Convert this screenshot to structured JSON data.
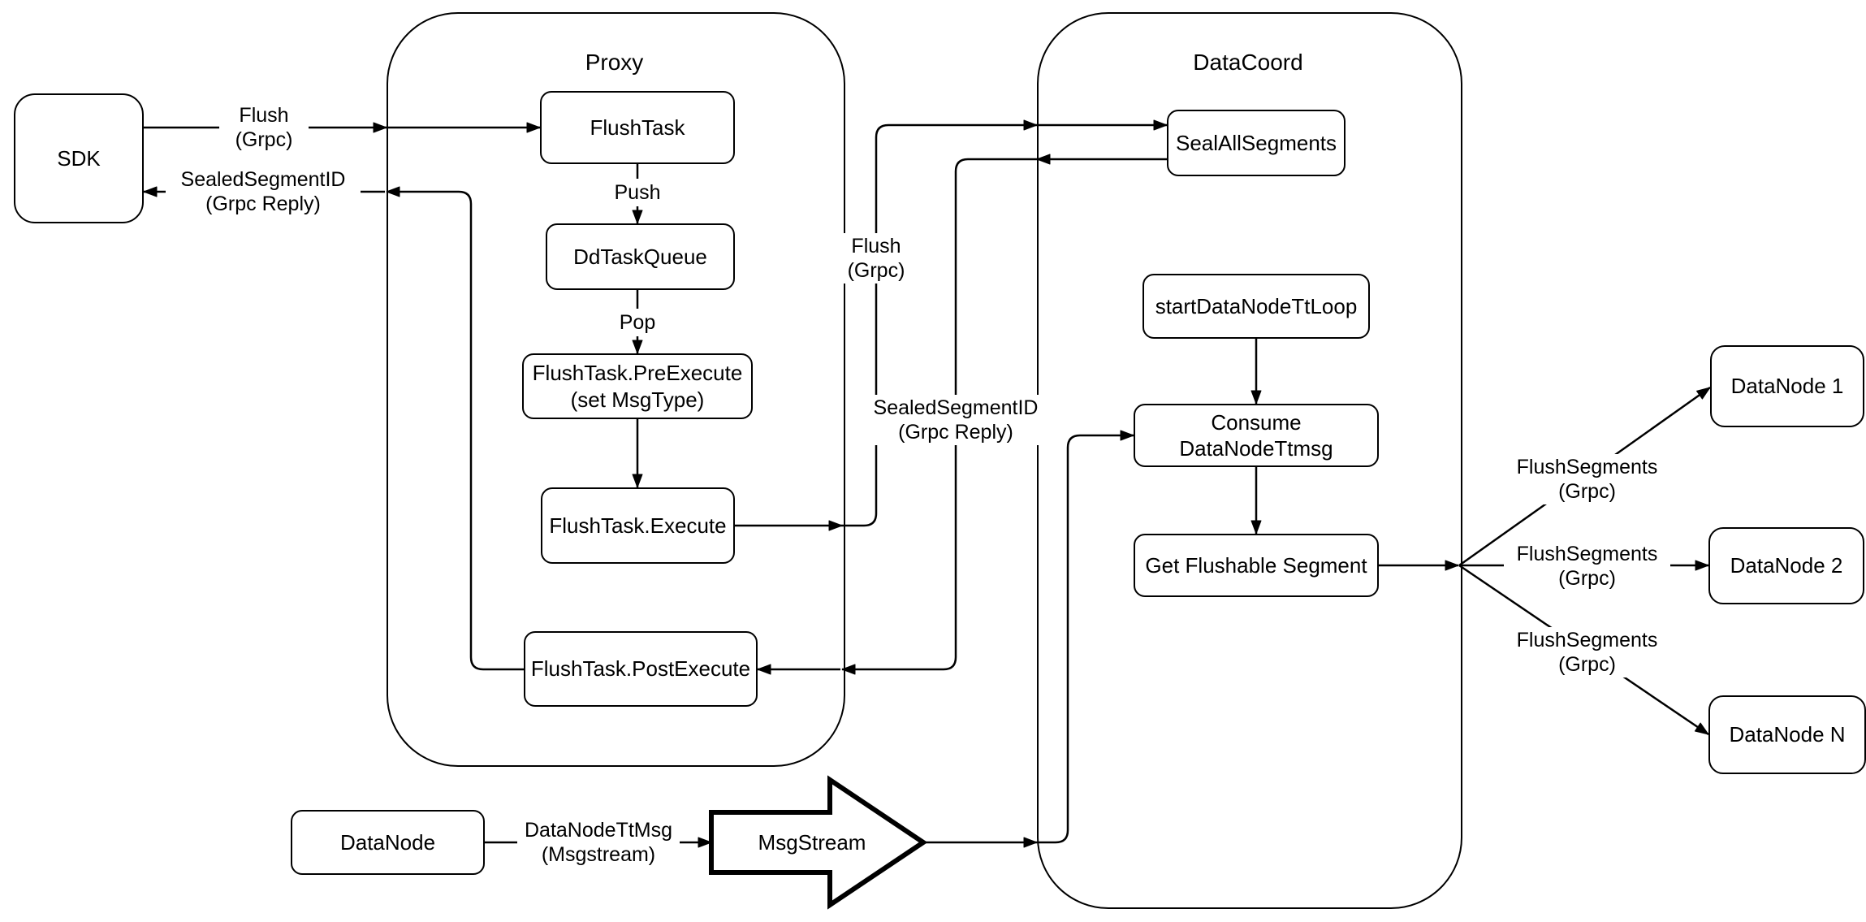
{
  "diagram": {
    "colors": {
      "stroke": "#000000",
      "background": "#ffffff"
    },
    "containers": {
      "proxy": {
        "title": "Proxy"
      },
      "datacoord": {
        "title": "DataCoord"
      }
    },
    "nodes": {
      "sdk": {
        "label": "SDK"
      },
      "flush_task": {
        "label": "FlushTask"
      },
      "dd_task_queue": {
        "label": "DdTaskQueue"
      },
      "pre_execute": {
        "line1": "FlushTask.PreExecute",
        "line2": "(set MsgType)"
      },
      "execute": {
        "label": "FlushTask.Execute"
      },
      "post_execute": {
        "label": "FlushTask.PostExecute"
      },
      "seal_all_segments": {
        "label": "SealAllSegments"
      },
      "start_data_node_tt_loop": {
        "label": "startDataNodeTtLoop"
      },
      "consume_data_node_ttmsg": {
        "label": "Consume DataNodeTtmsg"
      },
      "get_flushable_segment": {
        "label": "Get Flushable Segment"
      },
      "data_node_1": {
        "label": "DataNode 1"
      },
      "data_node_2": {
        "label": "DataNode 2"
      },
      "data_node_n": {
        "label": "DataNode N"
      },
      "data_node": {
        "label": "DataNode"
      },
      "msg_stream": {
        "label": "MsgStream"
      }
    },
    "edge_labels": {
      "flush_sdk": {
        "line1": "Flush",
        "line2": "(Grpc)"
      },
      "sealed_sdk": {
        "line1": "SealedSegmentID",
        "line2": "(Grpc Reply)"
      },
      "push": {
        "label": "Push"
      },
      "pop": {
        "label": "Pop"
      },
      "flush_mid": {
        "line1": "Flush",
        "line2": "(Grpc)"
      },
      "sealed_mid": {
        "line1": "SealedSegmentID",
        "line2": "(Grpc Reply)"
      },
      "data_node_tt_msg": {
        "line1": "DataNodeTtMsg",
        "line2": "(Msgstream)"
      },
      "flush_segments_1": {
        "line1": "FlushSegments",
        "line2": "(Grpc)"
      },
      "flush_segments_2": {
        "line1": "FlushSegments",
        "line2": "(Grpc)"
      },
      "flush_segments_3": {
        "line1": "FlushSegments",
        "line2": "(Grpc)"
      }
    }
  }
}
